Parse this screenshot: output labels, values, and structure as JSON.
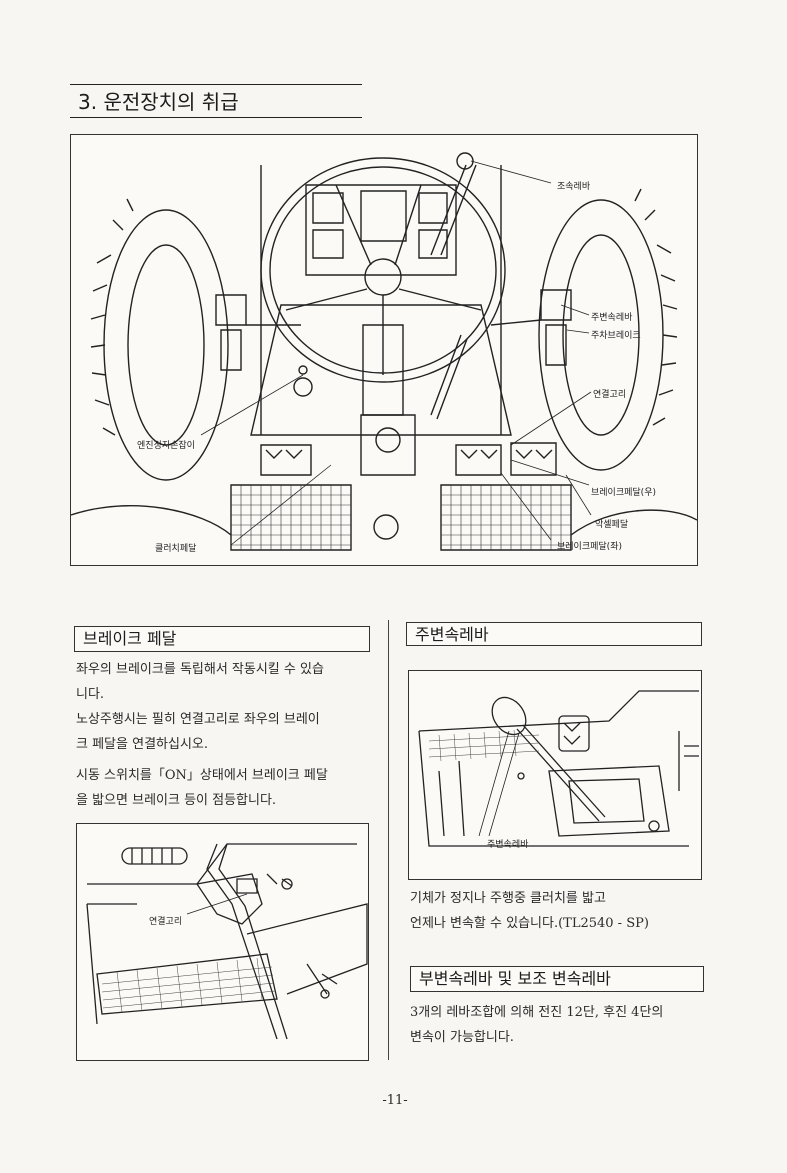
{
  "section": {
    "title": "3. 운전장치의 취급"
  },
  "figure_main": {
    "labels": {
      "speed_lever": "조속레바",
      "main_shift_lever": "주변속레바",
      "parking_brake": "주차브레이크",
      "coupling_hook": "연결고리",
      "engine_stop_knob": "엔진정지손잡이",
      "brake_pedal_right": "브레이크페달(우)",
      "accel_pedal": "악셀페달",
      "brake_pedal_left": "브레이크페달(좌)",
      "clutch_pedal": "클러치페달"
    }
  },
  "brake_pedal": {
    "heading": "브레이크 페달",
    "lines": [
      "좌우의 브레이크를 독립해서 작동시킬 수 있습",
      "니다.",
      "노상주행시는 필히 연결고리로 좌우의 브레이",
      "크 페달을 연결하십시오.",
      "시동 스위치를「ON」상태에서 브레이크 페달",
      "을 밟으면 브레이크 등이 점등합니다."
    ],
    "figure_label": "연결고리"
  },
  "main_shift": {
    "heading": "주변속레바",
    "figure_label": "주변속레바",
    "lines": [
      "기체가 정지나 주행중 클러치를 밟고",
      "언제나 변속할 수 있습니다.(TL2540 - SP)"
    ]
  },
  "sub_shift": {
    "heading": "부변속레바 및 보조 변속레바",
    "lines": [
      "3개의 레바조합에 의해 전진 12단, 후진 4단의",
      "변속이 가능합니다."
    ]
  },
  "page_number": "-11-"
}
